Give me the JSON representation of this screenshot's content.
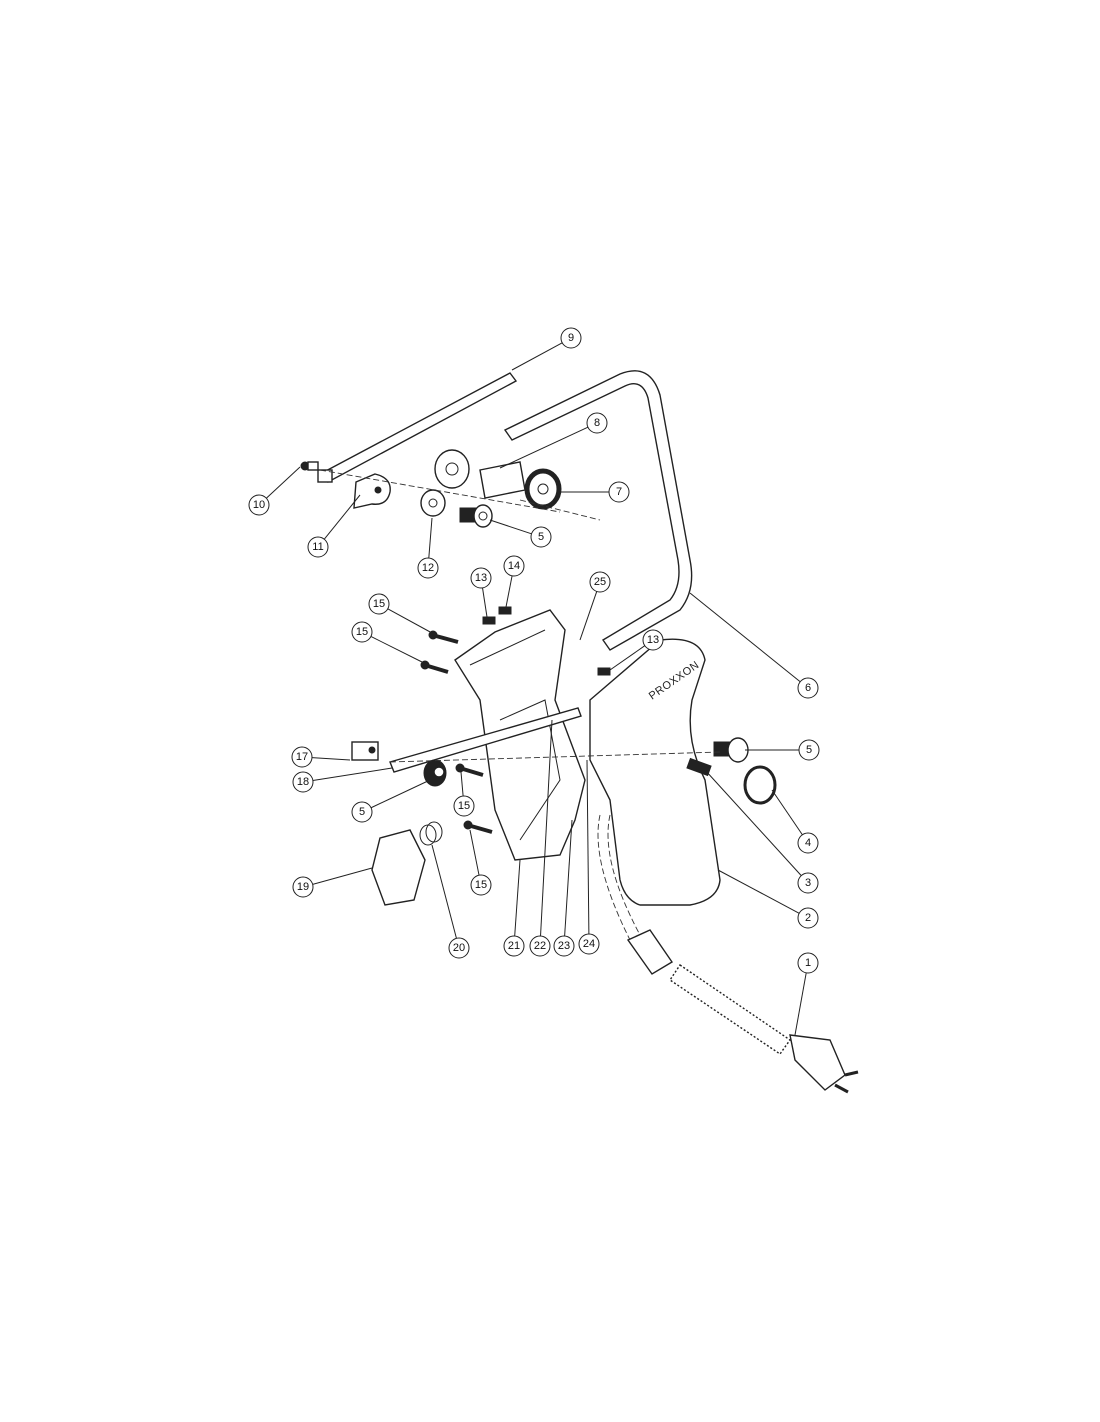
{
  "diagram": {
    "type": "exploded-parts-view",
    "brand_text": "PROXXON",
    "callouts": [
      "9",
      "8",
      "7",
      "10",
      "11",
      "12",
      "5",
      "13",
      "14",
      "25",
      "15",
      "15",
      "13",
      "6",
      "5",
      "17",
      "18",
      "5",
      "15",
      "4",
      "3",
      "19",
      "15",
      "2",
      "20",
      "21",
      "22",
      "23",
      "24",
      "1"
    ]
  }
}
